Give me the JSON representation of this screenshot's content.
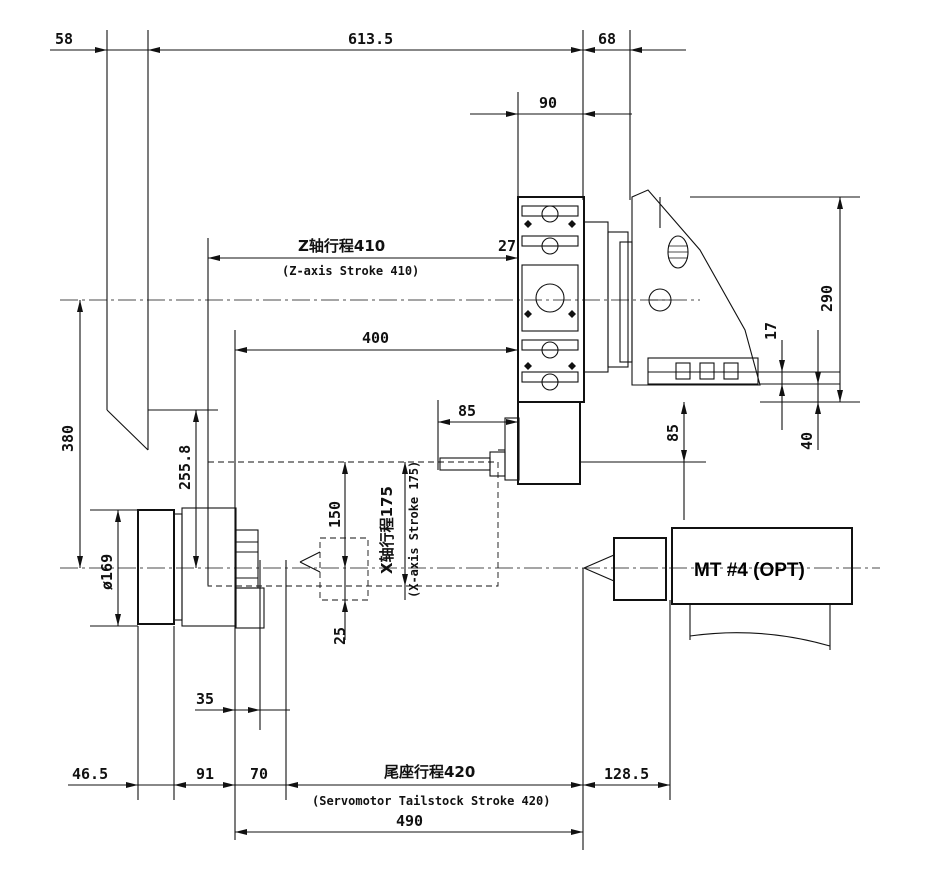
{
  "dims": {
    "d58": "58",
    "d613_5": "613.5",
    "d68": "68",
    "d90": "90",
    "d27": "27",
    "z_stroke_cn": "Z轴行程410",
    "z_stroke_en": "(Z-axis Stroke 410)",
    "d400": "400",
    "d85_h": "85",
    "d85_v": "85",
    "d290": "290",
    "d17": "17",
    "d40": "40",
    "d380": "380",
    "d255_8": "255.8",
    "d169": "ø169",
    "d150": "150",
    "x_stroke_cn": "X轴行程175",
    "x_stroke_en": "(X-axis Stroke 175)",
    "d25": "25",
    "d35": "35",
    "d46_5": "46.5",
    "d91": "91",
    "d70": "70",
    "tail_stroke_cn": "尾座行程420",
    "tail_stroke_en": "(Servomotor Tailstock Stroke 420)",
    "d128_5": "128.5",
    "d490": "490"
  },
  "tailstock_label": "MT #4 (OPT)"
}
